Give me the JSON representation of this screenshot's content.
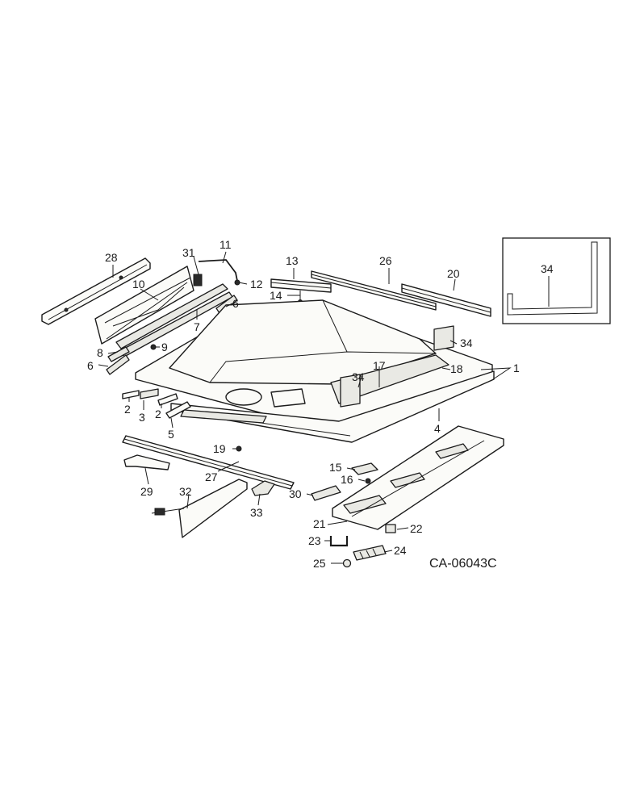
{
  "diagram_code": "CA-06043C",
  "callouts": [
    {
      "id": "c1",
      "label": "1"
    },
    {
      "id": "c2a",
      "label": "2"
    },
    {
      "id": "c2b",
      "label": "2"
    },
    {
      "id": "c3",
      "label": "3"
    },
    {
      "id": "c4",
      "label": "4"
    },
    {
      "id": "c5",
      "label": "5"
    },
    {
      "id": "c6a",
      "label": "6"
    },
    {
      "id": "c6b",
      "label": "6"
    },
    {
      "id": "c7",
      "label": "7"
    },
    {
      "id": "c8",
      "label": "8"
    },
    {
      "id": "c9",
      "label": "9"
    },
    {
      "id": "c10",
      "label": "10"
    },
    {
      "id": "c11",
      "label": "11"
    },
    {
      "id": "c12",
      "label": "12"
    },
    {
      "id": "c13",
      "label": "13"
    },
    {
      "id": "c14",
      "label": "14"
    },
    {
      "id": "c15",
      "label": "15"
    },
    {
      "id": "c16",
      "label": "16"
    },
    {
      "id": "c17",
      "label": "17"
    },
    {
      "id": "c18",
      "label": "18"
    },
    {
      "id": "c19",
      "label": "19"
    },
    {
      "id": "c20",
      "label": "20"
    },
    {
      "id": "c21",
      "label": "21"
    },
    {
      "id": "c22",
      "label": "22"
    },
    {
      "id": "c23",
      "label": "23"
    },
    {
      "id": "c24",
      "label": "24"
    },
    {
      "id": "c25",
      "label": "25"
    },
    {
      "id": "c26",
      "label": "26"
    },
    {
      "id": "c27",
      "label": "27"
    },
    {
      "id": "c28",
      "label": "28"
    },
    {
      "id": "c29",
      "label": "29"
    },
    {
      "id": "c30",
      "label": "30"
    },
    {
      "id": "c31",
      "label": "31"
    },
    {
      "id": "c32",
      "label": "32"
    },
    {
      "id": "c33",
      "label": "33"
    },
    {
      "id": "c34a",
      "label": "34"
    },
    {
      "id": "c34b",
      "label": "34"
    },
    {
      "id": "c34c",
      "label": "34"
    }
  ]
}
